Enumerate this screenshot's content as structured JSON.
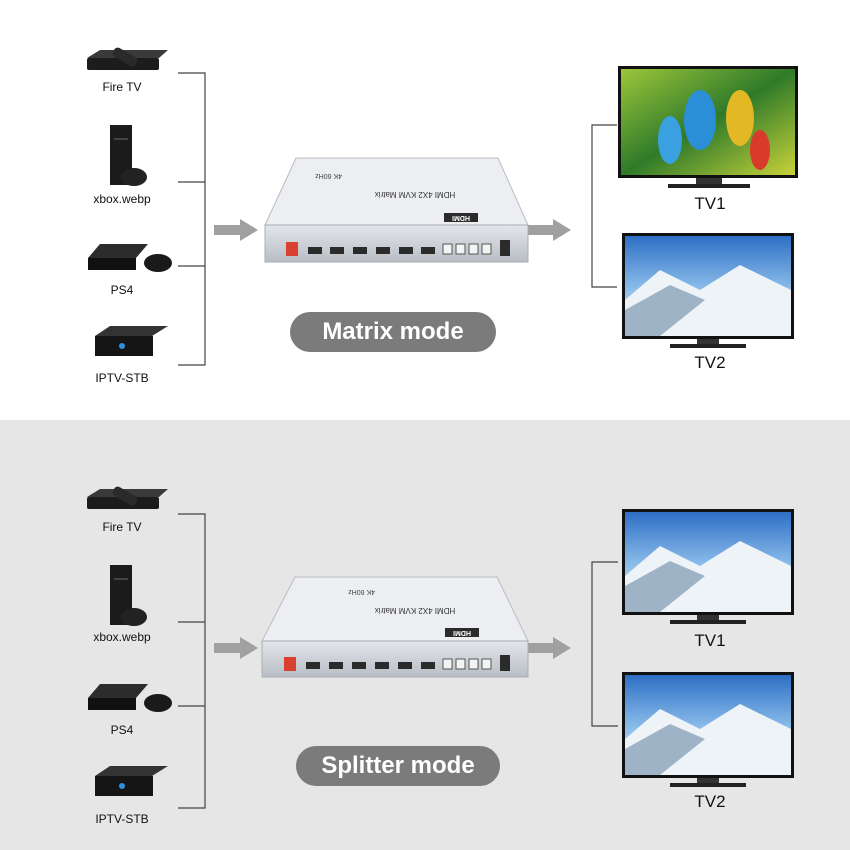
{
  "top": {
    "sources": [
      "Fire TV",
      "xbox.webp",
      "PS4",
      "IPTV-STB"
    ],
    "device": {
      "brand": "HDMI",
      "model": "HDMI 4X2 KVM Matrix",
      "spec": "4K 60Hz"
    },
    "mode": "Matrix mode",
    "displays": [
      "TV1",
      "TV2"
    ]
  },
  "bottom": {
    "sources": [
      "Fire TV",
      "xbox.webp",
      "PS4",
      "IPTV-STB"
    ],
    "device": {
      "brand": "HDMI",
      "model": "HDMI 4X2 KVM Matrix",
      "spec": "4K 60Hz"
    },
    "mode": "Splitter mode",
    "displays": [
      "TV1",
      "TV2"
    ]
  },
  "colors": {
    "arrow": "#a0a0a0",
    "pill": "#7b7b7b",
    "device": "#c8ccd2",
    "line": "#444444"
  }
}
